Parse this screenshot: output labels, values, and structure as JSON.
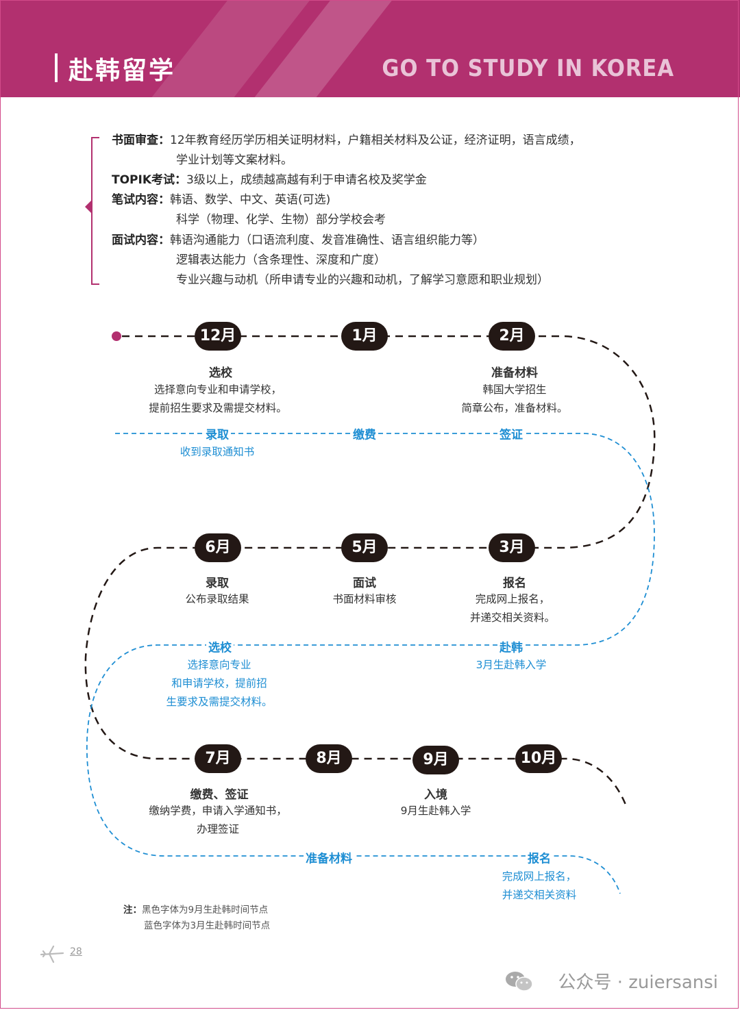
{
  "header": {
    "title_cn": "赴韩留学",
    "title_en": "GO TO STUDY IN KOREA"
  },
  "requirements": [
    {
      "label": "书面审查：",
      "lines": [
        "12年教育经历学历相关证明材料，户籍相关材料及公证，经济证明，语言成绩，",
        "学业计划等文案材料。"
      ]
    },
    {
      "label": "TOPIK考试：",
      "lines": [
        "3级以上，成绩越高越有利于申请名校及奖学金"
      ]
    },
    {
      "label": "笔试内容：",
      "lines": [
        "韩语、数学、中文、英语(可选)",
        "科学（物理、化学、生物）部分学校会考"
      ]
    },
    {
      "label": "面试内容：",
      "lines": [
        "韩语沟通能力（口语流利度、发音准确性、语言组织能力等）",
        "逻辑表达能力（含条理性、深度和广度）",
        "专业兴趣与动机（所申请专业的兴趣和动机，了解学习意愿和职业规划）"
      ]
    }
  ],
  "timeline": {
    "months": [
      "12月",
      "1月",
      "2月",
      "6月",
      "5月",
      "3月",
      "7月",
      "8月",
      "9月",
      "10月"
    ],
    "black_steps": [
      {
        "title": "选校",
        "desc": [
          "选择意向专业和申请学校，",
          "提前招生要求及需提交材料。"
        ]
      },
      {
        "title": "准备材料",
        "desc": [
          "韩国大学招生",
          "简章公布，准备材料。"
        ]
      },
      {
        "title": "录取",
        "desc": [
          "公布录取结果"
        ]
      },
      {
        "title": "面试",
        "desc": [
          "书面材料审核"
        ]
      },
      {
        "title": "报名",
        "desc": [
          "完成网上报名，",
          "并递交相关资料。"
        ]
      },
      {
        "title": "缴费、签证",
        "desc": [
          "缴纳学费，申请入学通知书，",
          "办理签证"
        ]
      },
      {
        "title": "入境",
        "desc": [
          "9月生赴韩入学"
        ]
      }
    ],
    "blue_labels": [
      "录取",
      "缴费",
      "签证",
      "选校",
      "赴韩",
      "准备材料",
      "报名"
    ],
    "blue_descs": [
      [
        "收到录取通知书"
      ],
      [
        "选择意向专业",
        "和申请学校，提前招",
        "生要求及需提交材料。"
      ],
      [
        "3月生赴韩入学"
      ],
      [
        "完成网上报名，",
        "并递交相关资料"
      ]
    ]
  },
  "note": {
    "label": "注：",
    "lines": [
      "黑色字体为9月生赴韩时间节点",
      "蓝色字体为3月生赴韩时间节点"
    ]
  },
  "footer": {
    "page": "28",
    "wechat": "公众号 · zuiersansi"
  },
  "colors": {
    "brand": "#b2306f",
    "blue": "#1e8ed3",
    "badge": "#231815"
  }
}
